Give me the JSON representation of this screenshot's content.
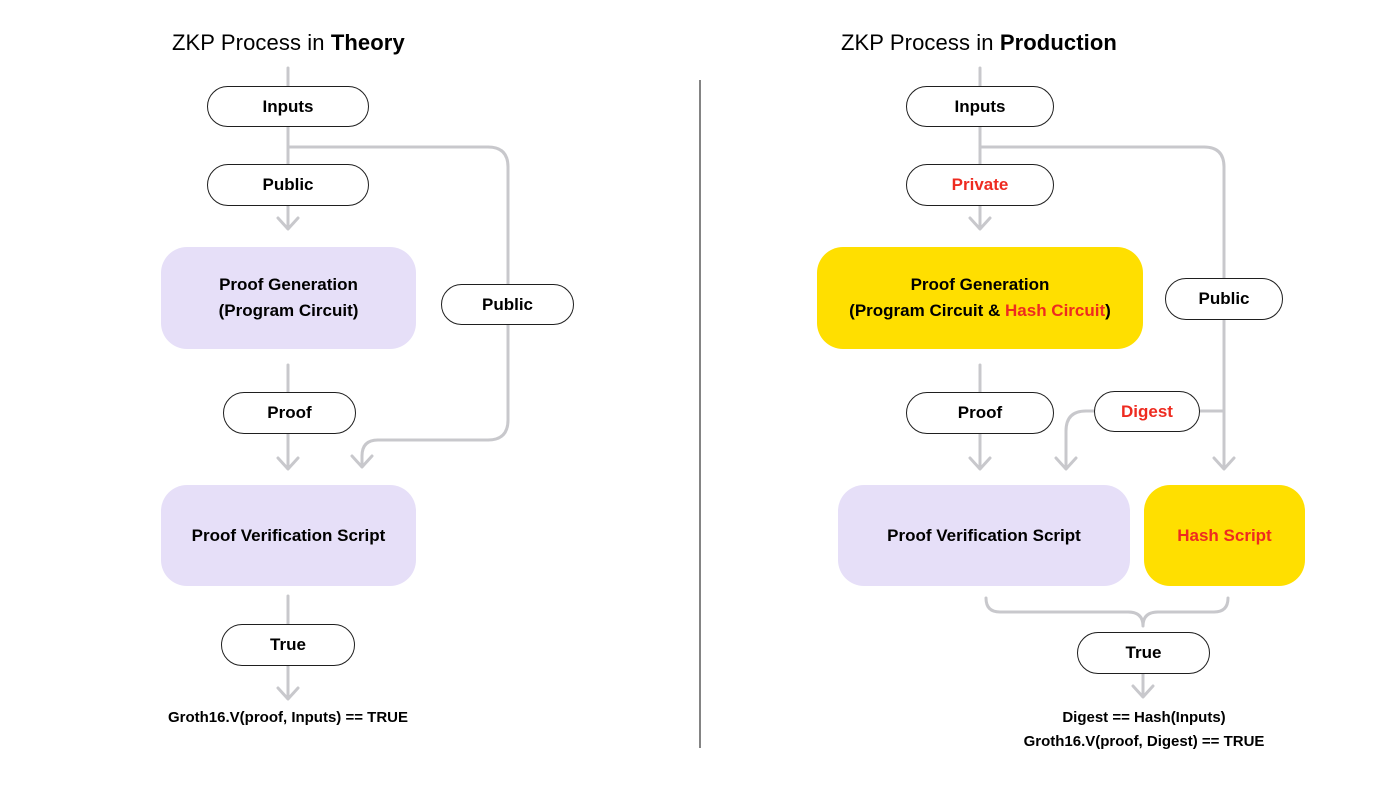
{
  "colors": {
    "connector": "#c8c8cc",
    "lavender": "#e6dff8",
    "yellow": "#ffdf00",
    "highlight": "#ee2b20",
    "divider": "#333333"
  },
  "theory": {
    "title_prefix": "ZKP Process in ",
    "title_bold": "Theory",
    "inputs": "Inputs",
    "public_top": "Public",
    "proof_gen_line1": "Proof Generation",
    "proof_gen_line2": "(Program Circuit)",
    "public_side": "Public",
    "proof": "Proof",
    "verify": "Proof Verification Script",
    "true_label": "True",
    "formula": "Groth16.V(proof, Inputs) == TRUE"
  },
  "production": {
    "title_prefix": "ZKP Process in ",
    "title_bold": "Production",
    "inputs": "Inputs",
    "private": "Private",
    "proof_gen_line1": "Proof Generation",
    "proof_gen_open": "(Program Circuit & ",
    "proof_gen_hash": "Hash Circuit",
    "proof_gen_close": ")",
    "public_side": "Public",
    "digest": "Digest",
    "proof": "Proof",
    "verify": "Proof Verification Script",
    "hash_script": "Hash Script",
    "true_label": "True",
    "formula_line1": "Digest == Hash(Inputs)",
    "formula_line2": "Groth16.V(proof, Digest) == TRUE"
  }
}
